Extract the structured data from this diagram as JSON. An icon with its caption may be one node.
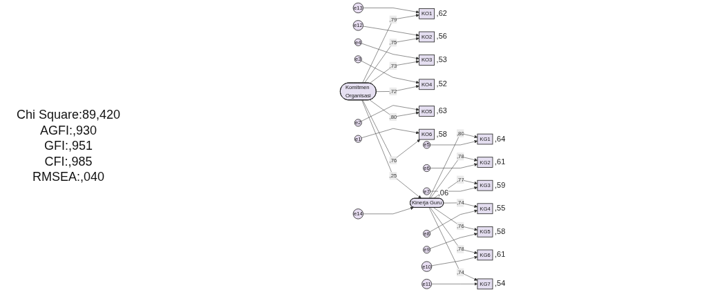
{
  "diagram": {
    "nodes": [
      {
        "text": [
          "e13"
        ]
      },
      {
        "text": [
          "KO1"
        ],
        "beside": [
          ",62"
        ]
      },
      {
        "text": [
          "e12"
        ]
      },
      {
        "text": [
          "KO2"
        ],
        "beside": [
          ",56"
        ]
      },
      {
        "text": [
          "e4"
        ]
      },
      {
        "text": [
          "KO3"
        ],
        "beside": [
          ",53"
        ]
      },
      {
        "text": [
          "e3"
        ]
      },
      {
        "text": [
          "KO4"
        ],
        "beside": [
          ",52"
        ]
      },
      {
        "text": [
          "e2"
        ]
      },
      {
        "text": [
          "KO5"
        ],
        "beside": [
          ",63"
        ]
      },
      {
        "text": [
          "e1"
        ]
      },
      {
        "text": [
          "KO6"
        ],
        "beside": [
          ",58"
        ]
      },
      {
        "text": [
          "Komitmen Organisasi"
        ]
      },
      {
        "text": [
          "e14"
        ]
      },
      {
        "text": [
          "Kinerja Guru"
        ],
        "beside": [
          ",06"
        ]
      },
      {
        "text": [
          "KG1"
        ],
        "beside": [
          ",64"
        ]
      },
      {
        "text": [
          "e5"
        ]
      },
      {
        "text": [
          "KG2"
        ],
        "beside": [
          ",61"
        ]
      },
      {
        "text": [
          "e6"
        ]
      },
      {
        "text": [
          "KG3"
        ],
        "beside": [
          ",59"
        ]
      },
      {
        "text": [
          "e7"
        ]
      },
      {
        "text": [
          "KG4"
        ],
        "beside": [
          ",55"
        ]
      },
      {
        "text": [
          "e8"
        ]
      },
      {
        "text": [
          "KG5"
        ],
        "beside": [
          ",58"
        ]
      },
      {
        "text": [
          "e9"
        ]
      },
      {
        "text": [
          "KG6"
        ],
        "beside": [
          ",61"
        ]
      },
      {
        "text": [
          "e10"
        ]
      },
      {
        "text": [
          "KG7"
        ],
        "beside": [
          ",54"
        ]
      },
      {
        "text": [
          "e11"
        ]
      }
    ],
    "edges": [
      {
        "from": 0,
        "to": 1,
        "arrow": "to"
      },
      {
        "from": 2,
        "to": 3,
        "arrow": "to"
      },
      {
        "from": 4,
        "to": 5,
        "arrow": "to"
      },
      {
        "from": 6,
        "to": 7,
        "arrow": "to"
      },
      {
        "from": 8,
        "to": 9,
        "arrow": "to"
      },
      {
        "from": 10,
        "to": 11,
        "arrow": "to"
      },
      {
        "from": 12,
        "to": 1,
        "label": ",79",
        "arrow": "to"
      },
      {
        "from": 12,
        "to": 3,
        "label": ",75",
        "arrow": "to"
      },
      {
        "from": 12,
        "to": 5,
        "label": ",73",
        "arrow": "to"
      },
      {
        "from": 12,
        "to": 7,
        "label": ",72",
        "arrow": "to"
      },
      {
        "from": 12,
        "to": 9,
        "label": ",80",
        "arrow": "to"
      },
      {
        "from": 12,
        "to": 11,
        "label": ",76",
        "arrow": "to"
      },
      {
        "from": 12,
        "to": 14,
        "label": ",25",
        "arrow": "to"
      },
      {
        "from": 13,
        "to": 14,
        "arrow": "to"
      },
      {
        "from": 14,
        "to": 15,
        "label": ",80",
        "arrow": "to"
      },
      {
        "from": 14,
        "to": 17,
        "label": ",78",
        "arrow": "to"
      },
      {
        "from": 14,
        "to": 19,
        "label": ",77",
        "arrow": "to"
      },
      {
        "from": 14,
        "to": 21,
        "label": ",74",
        "arrow": "to"
      },
      {
        "from": 14,
        "to": 23,
        "label": ",76",
        "arrow": "to"
      },
      {
        "from": 14,
        "to": 25,
        "label": ",78",
        "arrow": "to"
      },
      {
        "from": 14,
        "to": 27,
        "label": ",74",
        "arrow": "to"
      },
      {
        "from": 16,
        "to": 15,
        "arrow": "to"
      },
      {
        "from": 18,
        "to": 17,
        "arrow": "to"
      },
      {
        "from": 20,
        "to": 19,
        "arrow": "to"
      },
      {
        "from": 22,
        "to": 21,
        "arrow": "to"
      },
      {
        "from": 24,
        "to": 23,
        "arrow": "to"
      },
      {
        "from": 26,
        "to": 25,
        "arrow": "to"
      },
      {
        "from": 28,
        "to": 27,
        "arrow": "to"
      }
    ],
    "labels": [
      "Chi Square:89,420",
      "AGFI:,930",
      "GFI:,951",
      "CFI:,985",
      "RMSEA:,040"
    ]
  }
}
